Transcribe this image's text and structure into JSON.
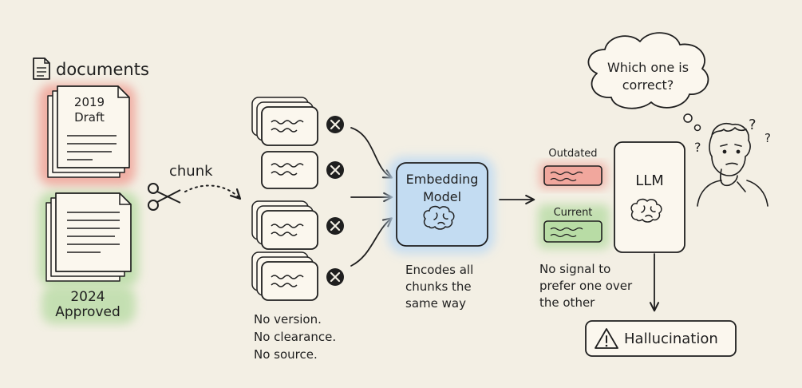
{
  "documents_label": "documents",
  "doc_2019": {
    "line1": "2019",
    "line2": "Draft",
    "color": "#f0a49a"
  },
  "doc_2024": {
    "line1": "2024",
    "line2": "Approved",
    "color": "#b9dca6"
  },
  "chunk_label": "chunk",
  "chunk_notes": [
    "No version.",
    "No clearance.",
    "No source."
  ],
  "embedding": {
    "line1": "Embedding",
    "line2": "Model",
    "color": "#c3dcf2",
    "notes": [
      "Encodes all",
      "chunks the",
      "same way"
    ]
  },
  "context": {
    "outdated_label": "Outdated",
    "current_label": "Current",
    "outdated_color": "#f1a79d",
    "current_color": "#b8dca5",
    "notes": [
      "No signal to",
      "prefer one over",
      "the other"
    ]
  },
  "llm_label": "LLM",
  "thought": {
    "line1": "Which one is",
    "line2": "correct?"
  },
  "hallucination_label": "Hallucination"
}
